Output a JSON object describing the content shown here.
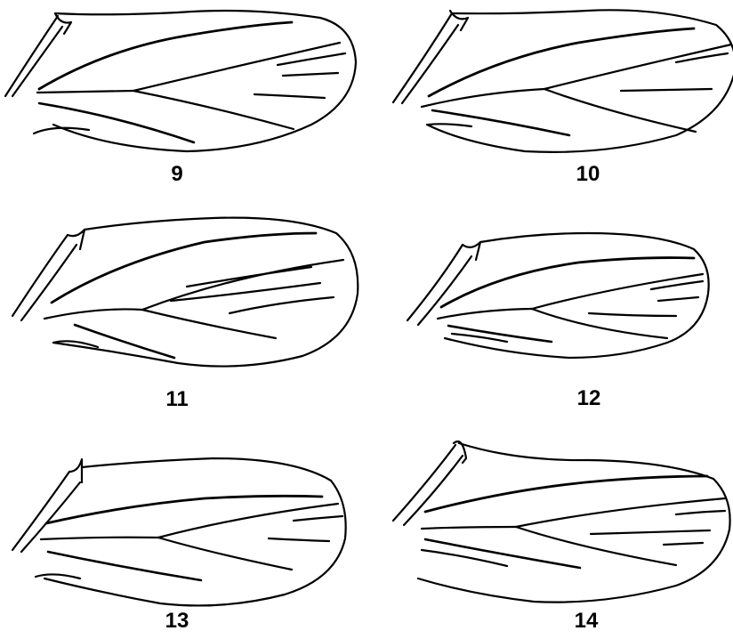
{
  "figures": [
    {
      "label": "9"
    },
    {
      "label": "10"
    },
    {
      "label": "11"
    },
    {
      "label": "12"
    },
    {
      "label": "13"
    },
    {
      "label": "14"
    }
  ],
  "colors": {
    "ink": "#000000",
    "background": "#ffffff"
  }
}
